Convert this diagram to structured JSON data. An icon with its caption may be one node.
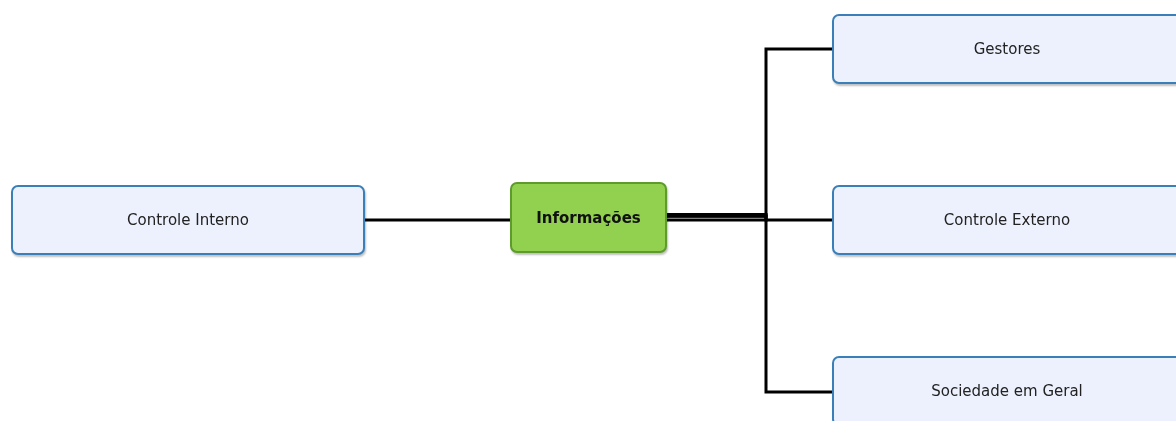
{
  "diagram": {
    "nodes": [
      {
        "text": [
          "Controle Interno"
        ]
      },
      {
        "text": [
          "Informações"
        ]
      },
      {
        "text": [
          "Gestores"
        ]
      },
      {
        "text": [
          "Controle Externo"
        ]
      },
      {
        "text": [
          "Sociedade em Geral"
        ]
      }
    ],
    "edges": [
      {
        "from": 0,
        "to": 1,
        "arrow": "none"
      },
      {
        "from": 1,
        "to": 2,
        "arrow": "none"
      },
      {
        "from": 1,
        "to": 3,
        "arrow": "none"
      },
      {
        "from": 1,
        "to": 4,
        "arrow": "none"
      }
    ]
  }
}
